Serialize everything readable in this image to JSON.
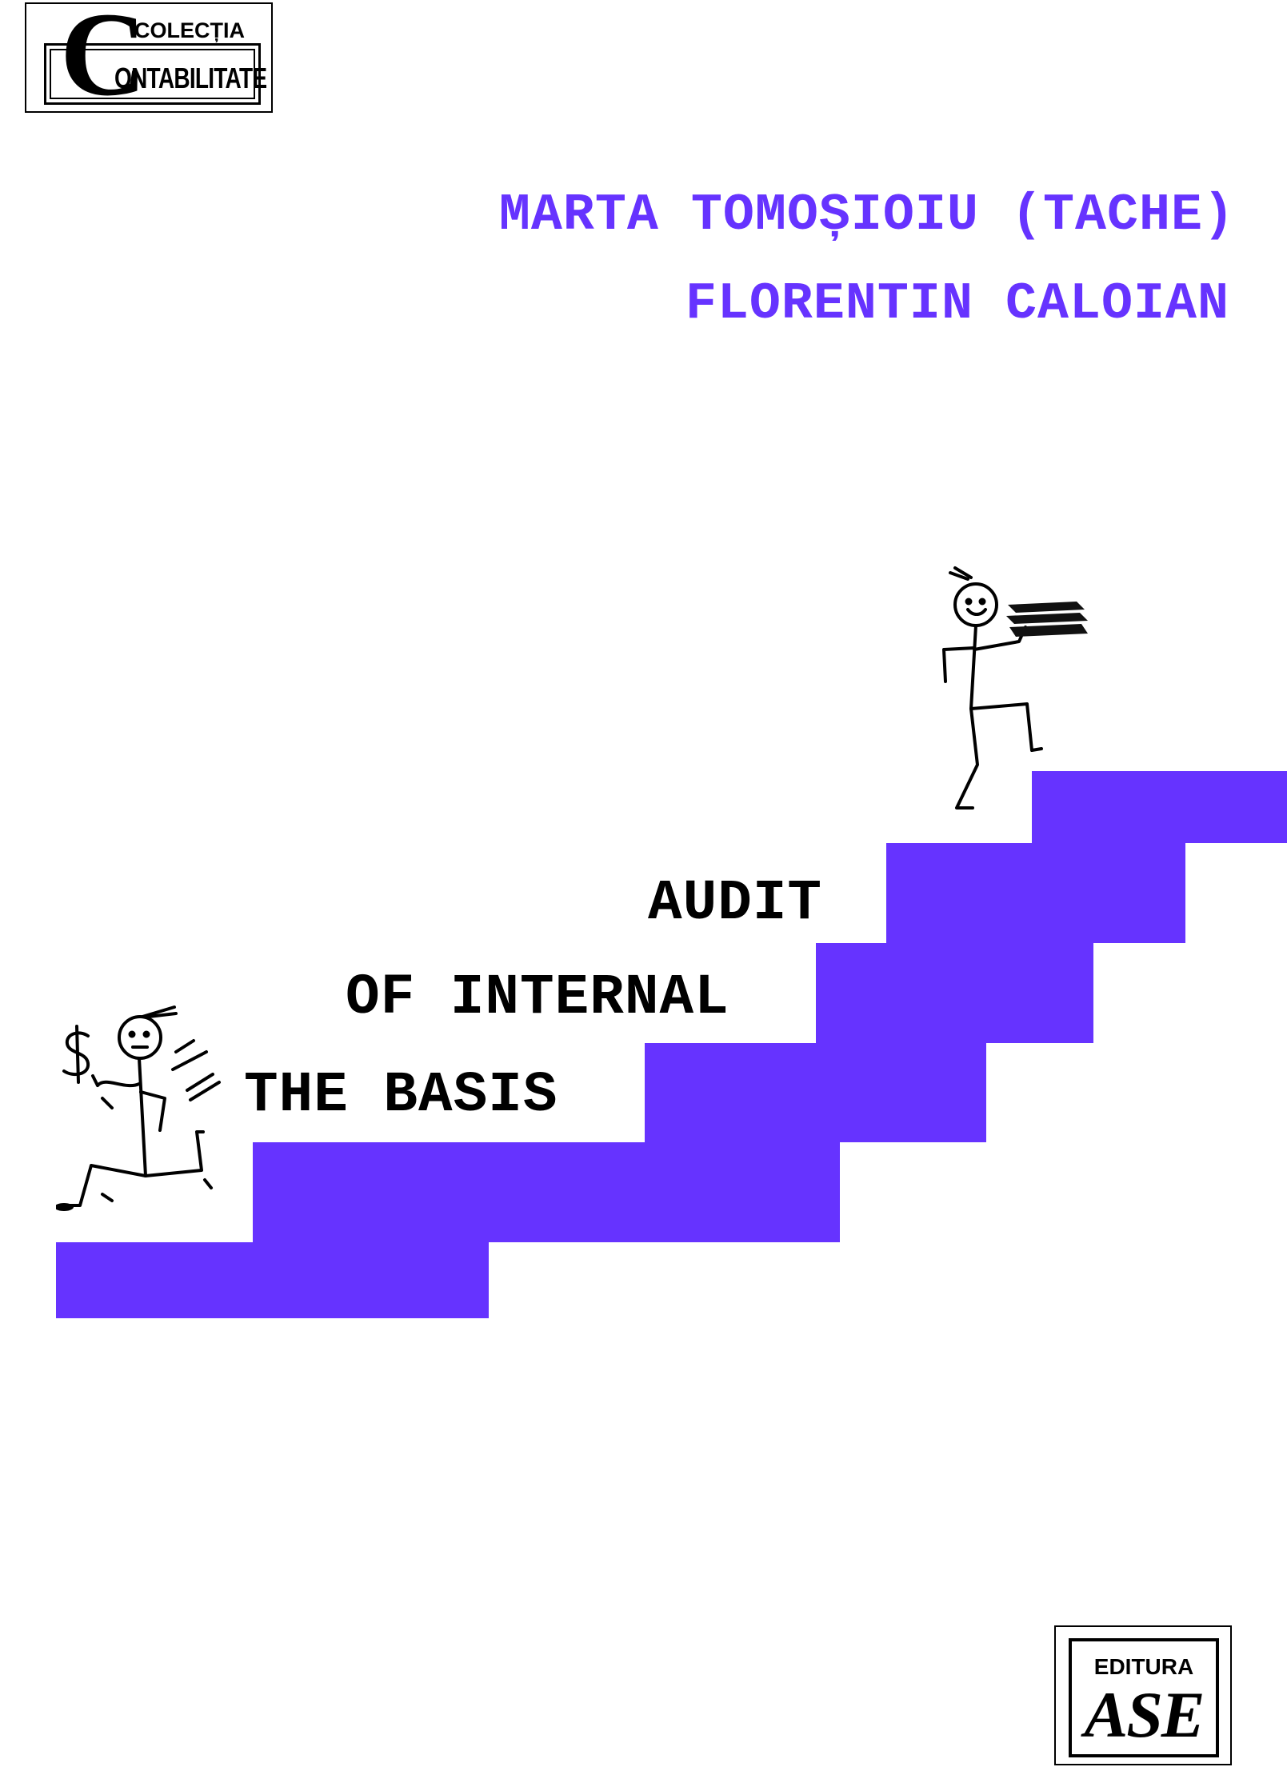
{
  "series": {
    "logo_letter": "C",
    "line1": "COLECȚIA",
    "line2": "ONTABILITATE"
  },
  "authors": [
    "MARTA TOMOȘIOIU (TACHE)",
    "FLORENTIN CALOIAN"
  ],
  "title_lines": [
    "AUDIT",
    "OF INTERNAL",
    "THE BASIS"
  ],
  "publisher": {
    "label": "EDITURA",
    "mark": "ASE"
  },
  "colors": {
    "accent": "#6633ff",
    "text": "#000000",
    "background": "#ffffff"
  },
  "icons": [
    "running-stick-figure-with-dollar",
    "stick-figure-carrying-books"
  ]
}
